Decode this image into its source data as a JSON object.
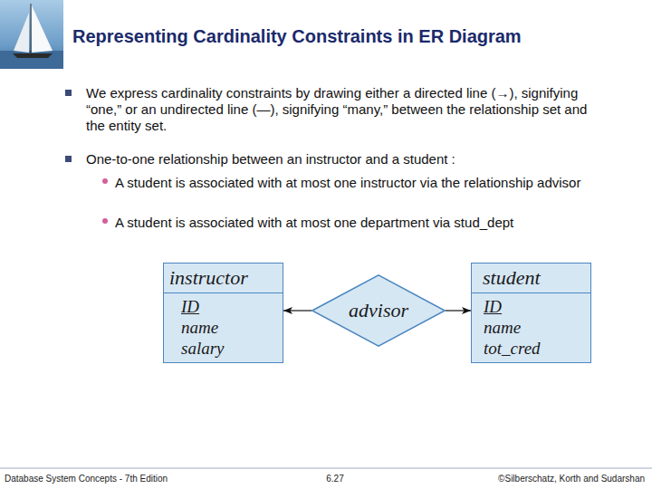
{
  "diagram": {
    "title": "Representing Cardinality Constraints in ER Diagram",
    "nodes": [
      {
        "text": [
          "instructor",
          "ID",
          "name",
          "salary"
        ]
      },
      {
        "text": [
          "advisor"
        ]
      },
      {
        "text": [
          "student",
          "ID",
          "name",
          "tot_cred"
        ]
      }
    ],
    "edges": [
      {
        "from": 1,
        "to": 0,
        "arrow": "to"
      },
      {
        "from": 1,
        "to": 2,
        "arrow": "to"
      }
    ],
    "labels": [
      "We express cardinality constraints by drawing either a directed line (→), signifying “one,” or an undirected line (—), signifying “many,” between the relationship set and the entity set.",
      "One-to-one relationship between an instructor and a student :",
      "A student is associated with at most one instructor via the relationship advisor",
      "A student is associated with at most one department via stud_dept",
      "Database System Concepts - 7th Edition",
      "6.27",
      "©Silberschatz, Korth and Sudarshan"
    ]
  }
}
